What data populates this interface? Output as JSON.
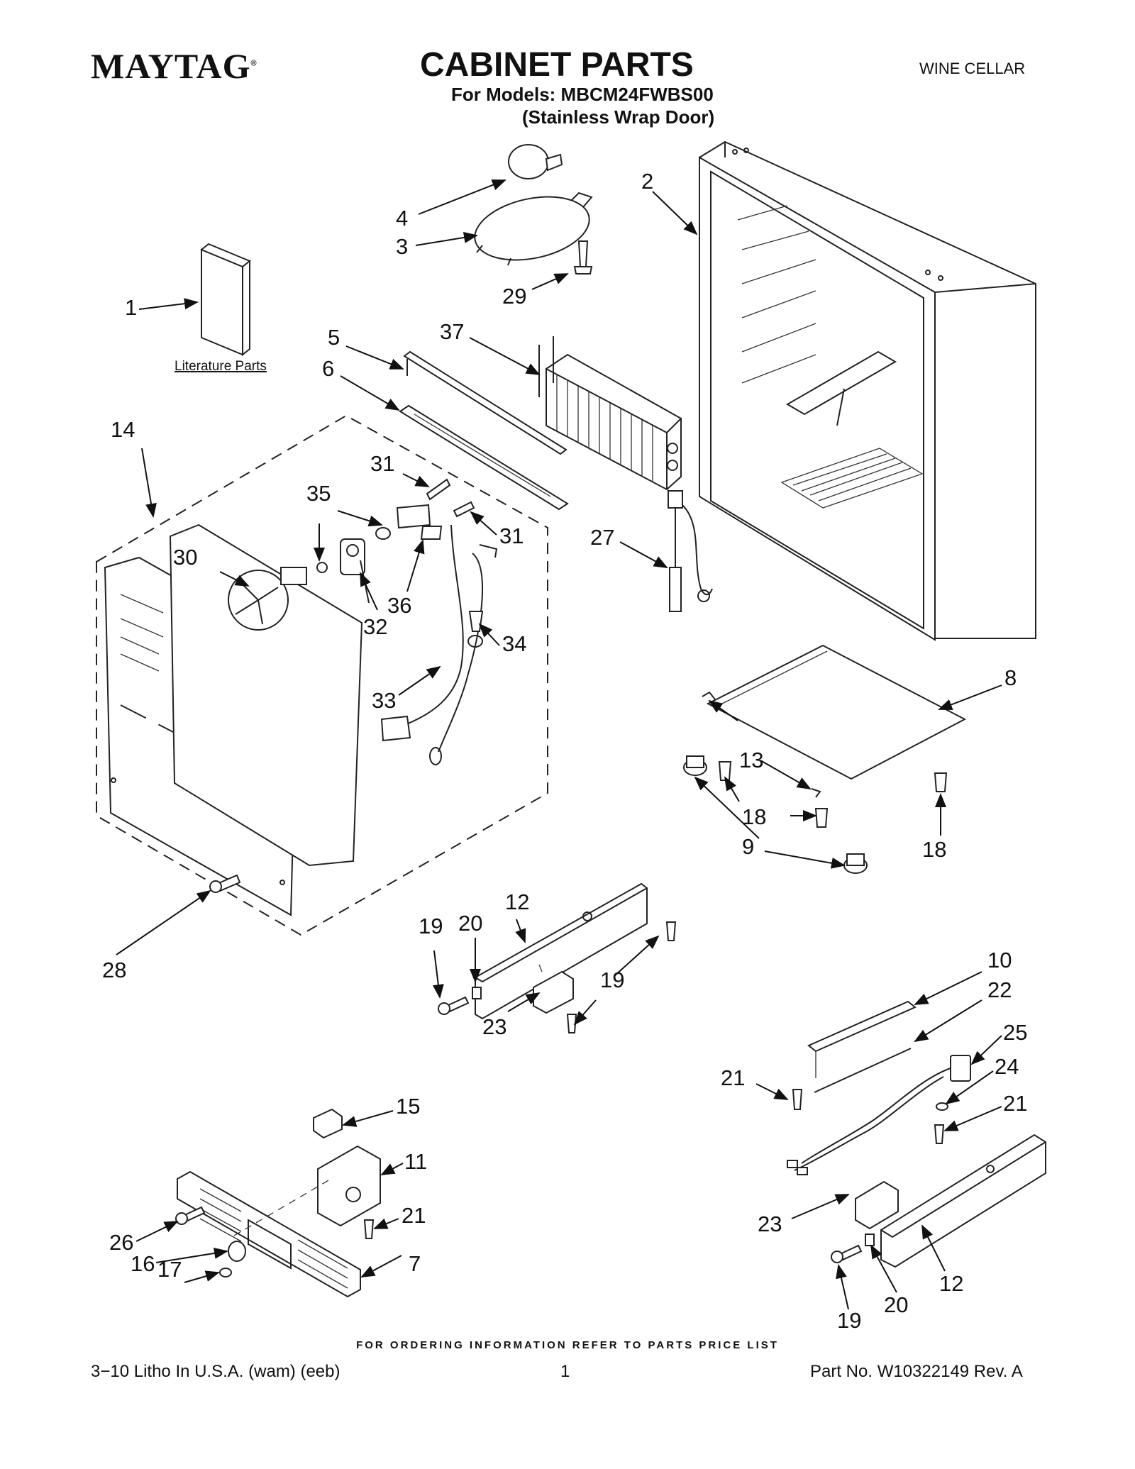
{
  "header": {
    "brand": "MAYTAG",
    "brand_mark": "®",
    "title": "CABINET PARTS",
    "models_line": "For Models: MBCM24FWBS00",
    "variant_line": "(Stainless Wrap Door)",
    "category": "WINE CELLAR"
  },
  "diagram": {
    "literature_label": "Literature Parts",
    "callouts": [
      "1",
      "2",
      "3",
      "4",
      "5",
      "6",
      "7",
      "8",
      "9",
      "10",
      "11",
      "12",
      "12",
      "13",
      "14",
      "15",
      "16",
      "17",
      "18",
      "18",
      "19",
      "19",
      "19",
      "20",
      "20",
      "21",
      "21",
      "21",
      "22",
      "23",
      "23",
      "24",
      "25",
      "26",
      "27",
      "28",
      "29",
      "30",
      "31",
      "31",
      "32",
      "33",
      "34",
      "35",
      "36",
      "37"
    ]
  },
  "footer": {
    "ordering_note": "FOR ORDERING INFORMATION REFER TO PARTS PRICE LIST",
    "print_info": "3−10 Litho In U.S.A. (wam) (eeb)",
    "page_number": "1",
    "part_number": "Part No. W10322149 Rev. A"
  }
}
